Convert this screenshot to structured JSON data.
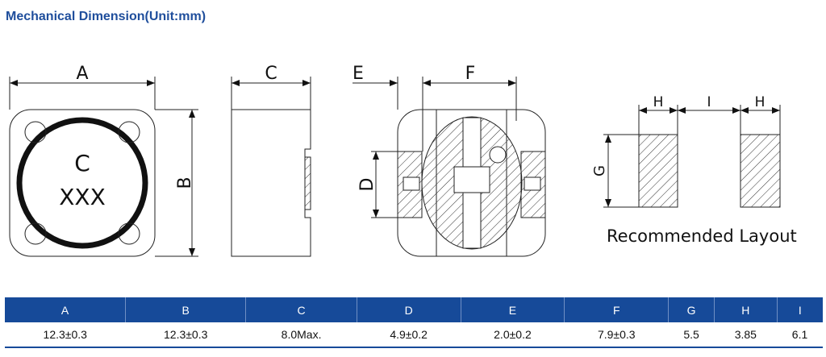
{
  "title": "Mechanical Dimension(Unit:mm)",
  "drawing": {
    "marking_line1": "C",
    "marking_line2": "XXX",
    "dims": {
      "A": "A",
      "B": "B",
      "C": "C",
      "D": "D",
      "E": "E",
      "F": "F",
      "G": "G",
      "H": "H",
      "I": "I"
    },
    "layout_caption": "Recommended Layout"
  },
  "table": {
    "headers": [
      "A",
      "B",
      "C",
      "D",
      "E",
      "F",
      "G",
      "H",
      "I"
    ],
    "values": [
      "12.3±0.3",
      "12.3±0.3",
      "8.0Max.",
      "4.9±0.2",
      "2.0±0.2",
      "7.9±0.3",
      "5.5",
      "3.85",
      "6.1"
    ]
  },
  "colors": {
    "title": "#1f4e9c",
    "header_bg": "#164a99"
  }
}
